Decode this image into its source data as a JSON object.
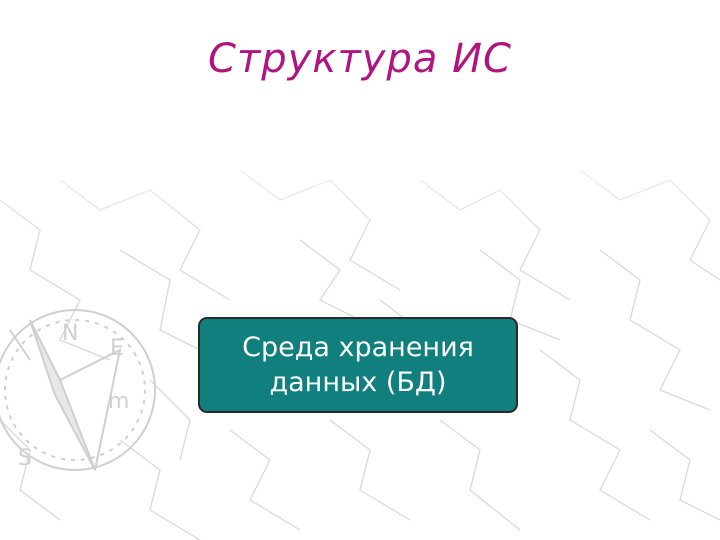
{
  "slide": {
    "title": "Структура ИС",
    "node_label": "Среда хранения\nданных (БД)"
  },
  "theme": {
    "title_color": "#b0147f",
    "box_fill": "#127f7f",
    "box_border": "#2a2a2a",
    "box_text": "#ffffff",
    "pattern_line": "#dcdcdc"
  },
  "compass": {
    "letters": [
      "N",
      "E",
      "S",
      "m"
    ]
  }
}
